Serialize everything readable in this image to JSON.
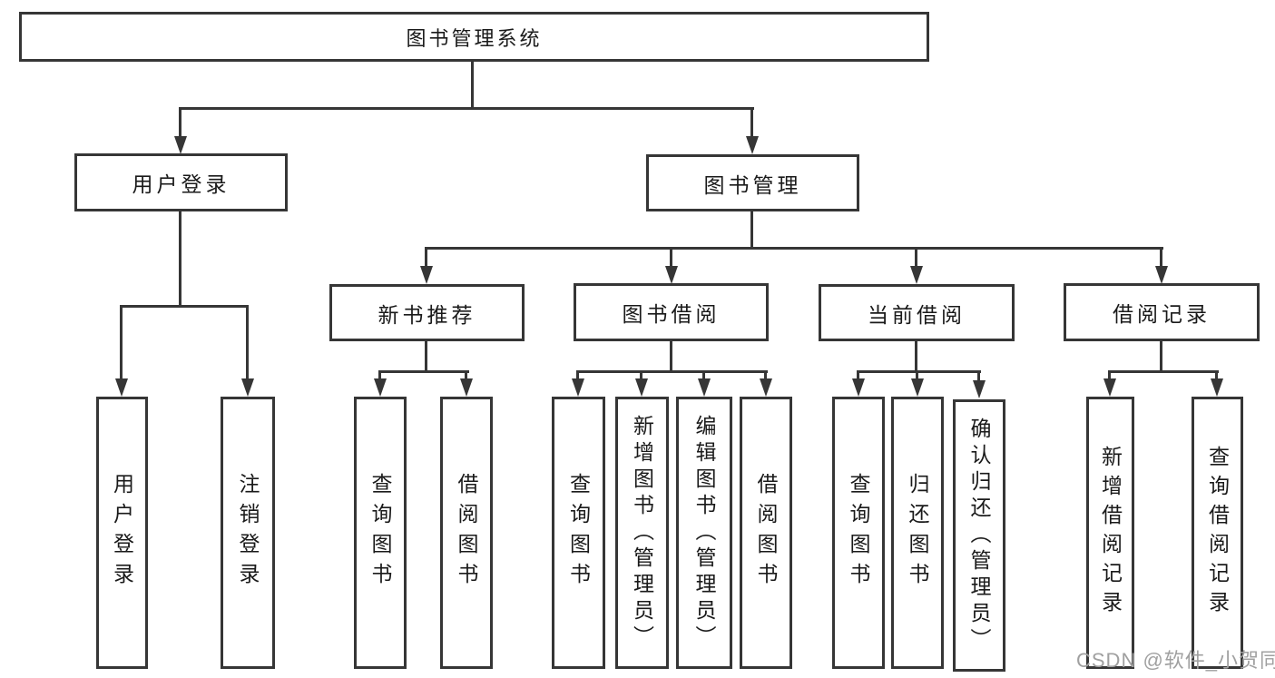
{
  "colors": {
    "line": "#363636",
    "text": "#1a1a1a",
    "watermark": "#a0a0a0",
    "background": "#ffffff"
  },
  "root": {
    "label": "图书管理系统"
  },
  "branches": [
    {
      "label": "用户登录",
      "children": [
        {
          "label": "用户登录"
        },
        {
          "label": "注销登录"
        }
      ]
    },
    {
      "label": "图书管理",
      "children": [
        {
          "label": "新书推荐",
          "children": [
            {
              "label": "查询图书"
            },
            {
              "label": "借阅图书"
            }
          ]
        },
        {
          "label": "图书借阅",
          "children": [
            {
              "label": "查询图书"
            },
            {
              "label": "新增图书（管理员）"
            },
            {
              "label": "编辑图书（管理员）"
            },
            {
              "label": "借阅图书"
            }
          ]
        },
        {
          "label": "当前借阅",
          "children": [
            {
              "label": "查询图书"
            },
            {
              "label": "归还图书"
            },
            {
              "label": "确认归还（管理员）"
            }
          ]
        },
        {
          "label": "借阅记录",
          "children": [
            {
              "label": "新增借阅记录"
            },
            {
              "label": "查询借阅记录"
            }
          ]
        }
      ]
    }
  ],
  "watermark": {
    "text": "CSDN @软件_小贺同学"
  }
}
